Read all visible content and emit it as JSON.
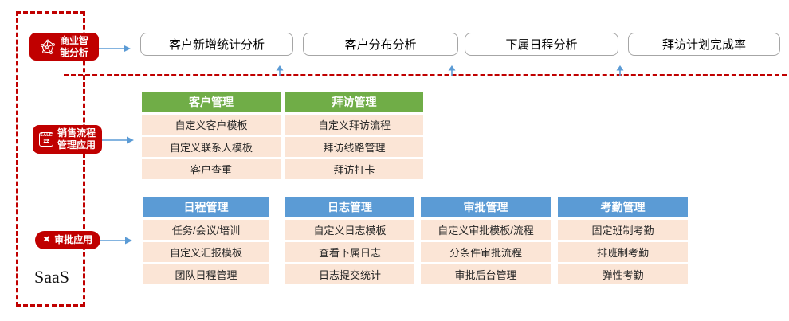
{
  "colors": {
    "red": "#C00000",
    "green_header": "#70AD47",
    "blue_header": "#5B9BD5",
    "row_peach": "#FBE5D6",
    "arrow_blue": "#5B9BD5",
    "box_border": "#A6A6A6"
  },
  "saas_label": "SaaS",
  "pills": {
    "bi": {
      "label_line1": "商业智",
      "label_line2": "能分析",
      "icon": "network-icon"
    },
    "sales": {
      "label_line1": "销售流程",
      "label_line2": "管理应用",
      "icon": "sale-icon",
      "icon_text": "SALE",
      "icon_arrows": "⇄"
    },
    "approval": {
      "label": "审批应用",
      "icon": "x-icon",
      "icon_glyph": "✖"
    }
  },
  "analysis_boxes": [
    "客户新增统计分析",
    "客户分布分析",
    "下属日程分析",
    "拜访计划完成率"
  ],
  "tables": {
    "customer": {
      "header": "客户管理",
      "rows": [
        "自定义客户模板",
        "自定义联系人模板",
        "客户查重"
      ]
    },
    "visit": {
      "header": "拜访管理",
      "rows": [
        "自定义拜访流程",
        "拜访线路管理",
        "拜访打卡"
      ]
    },
    "schedule": {
      "header": "日程管理",
      "rows": [
        "任务/会议/培训",
        "自定义汇报模板",
        "团队日程管理"
      ]
    },
    "log": {
      "header": "日志管理",
      "rows": [
        "自定义日志模板",
        "查看下属日志",
        "日志提交统计"
      ]
    },
    "approval_mgmt": {
      "header": "审批管理",
      "rows": [
        "自定义审批模板/流程",
        "分条件审批流程",
        "审批后台管理"
      ]
    },
    "attendance": {
      "header": "考勤管理",
      "rows": [
        "固定班制考勤",
        "排班制考勤",
        "弹性考勤"
      ]
    }
  }
}
